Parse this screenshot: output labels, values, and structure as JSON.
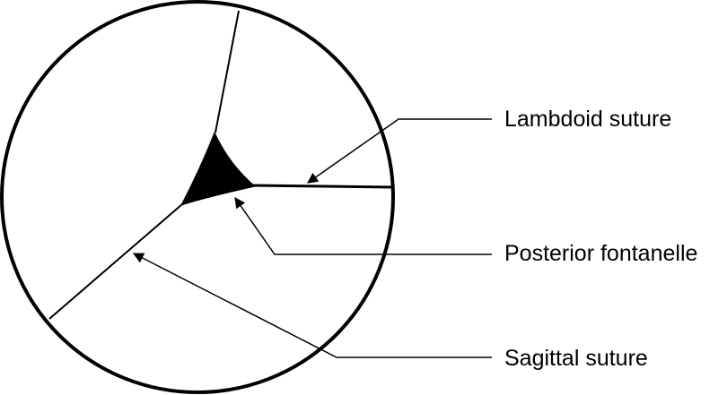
{
  "labels": {
    "lambdoid_suture": "Lambdoid suture",
    "posterior_fontanelle": "Posterior fontanelle",
    "sagittal_suture": "Sagittal suture"
  },
  "colors": {
    "stroke": "#000000",
    "background": "#ffffff"
  }
}
